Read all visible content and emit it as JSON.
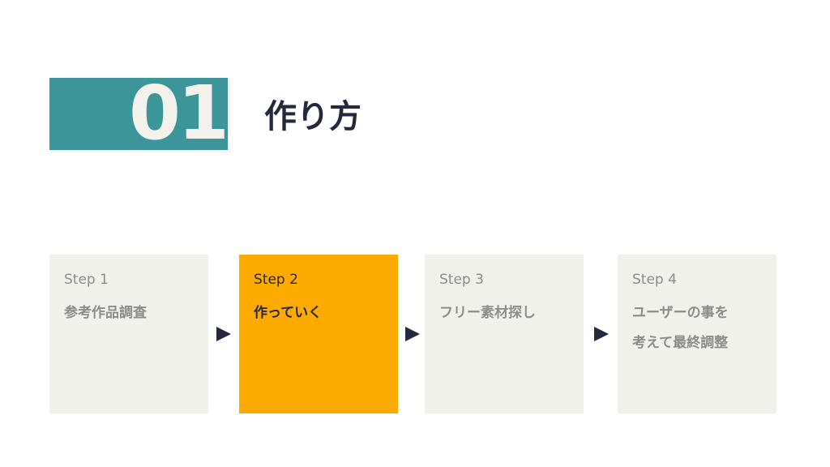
{
  "header": {
    "number": "01",
    "title": "作り方"
  },
  "steps": [
    {
      "label": "Step 1",
      "text": "参考作品調査"
    },
    {
      "label": "Step 2",
      "text": "作っていく"
    },
    {
      "label": "Step 3",
      "text": "フリー素材探し"
    },
    {
      "label": "Step 4",
      "text": "ユーザーの事を\n考えて最終調整"
    }
  ],
  "colors": {
    "accent_teal": "#3c9598",
    "highlight_orange": "#fdab00",
    "card_bg": "#f1f1ec",
    "dark_navy": "#24293e",
    "muted_text": "#8c8c8c"
  },
  "active_step": 2,
  "icons": [
    "arrow-right-icon"
  ]
}
